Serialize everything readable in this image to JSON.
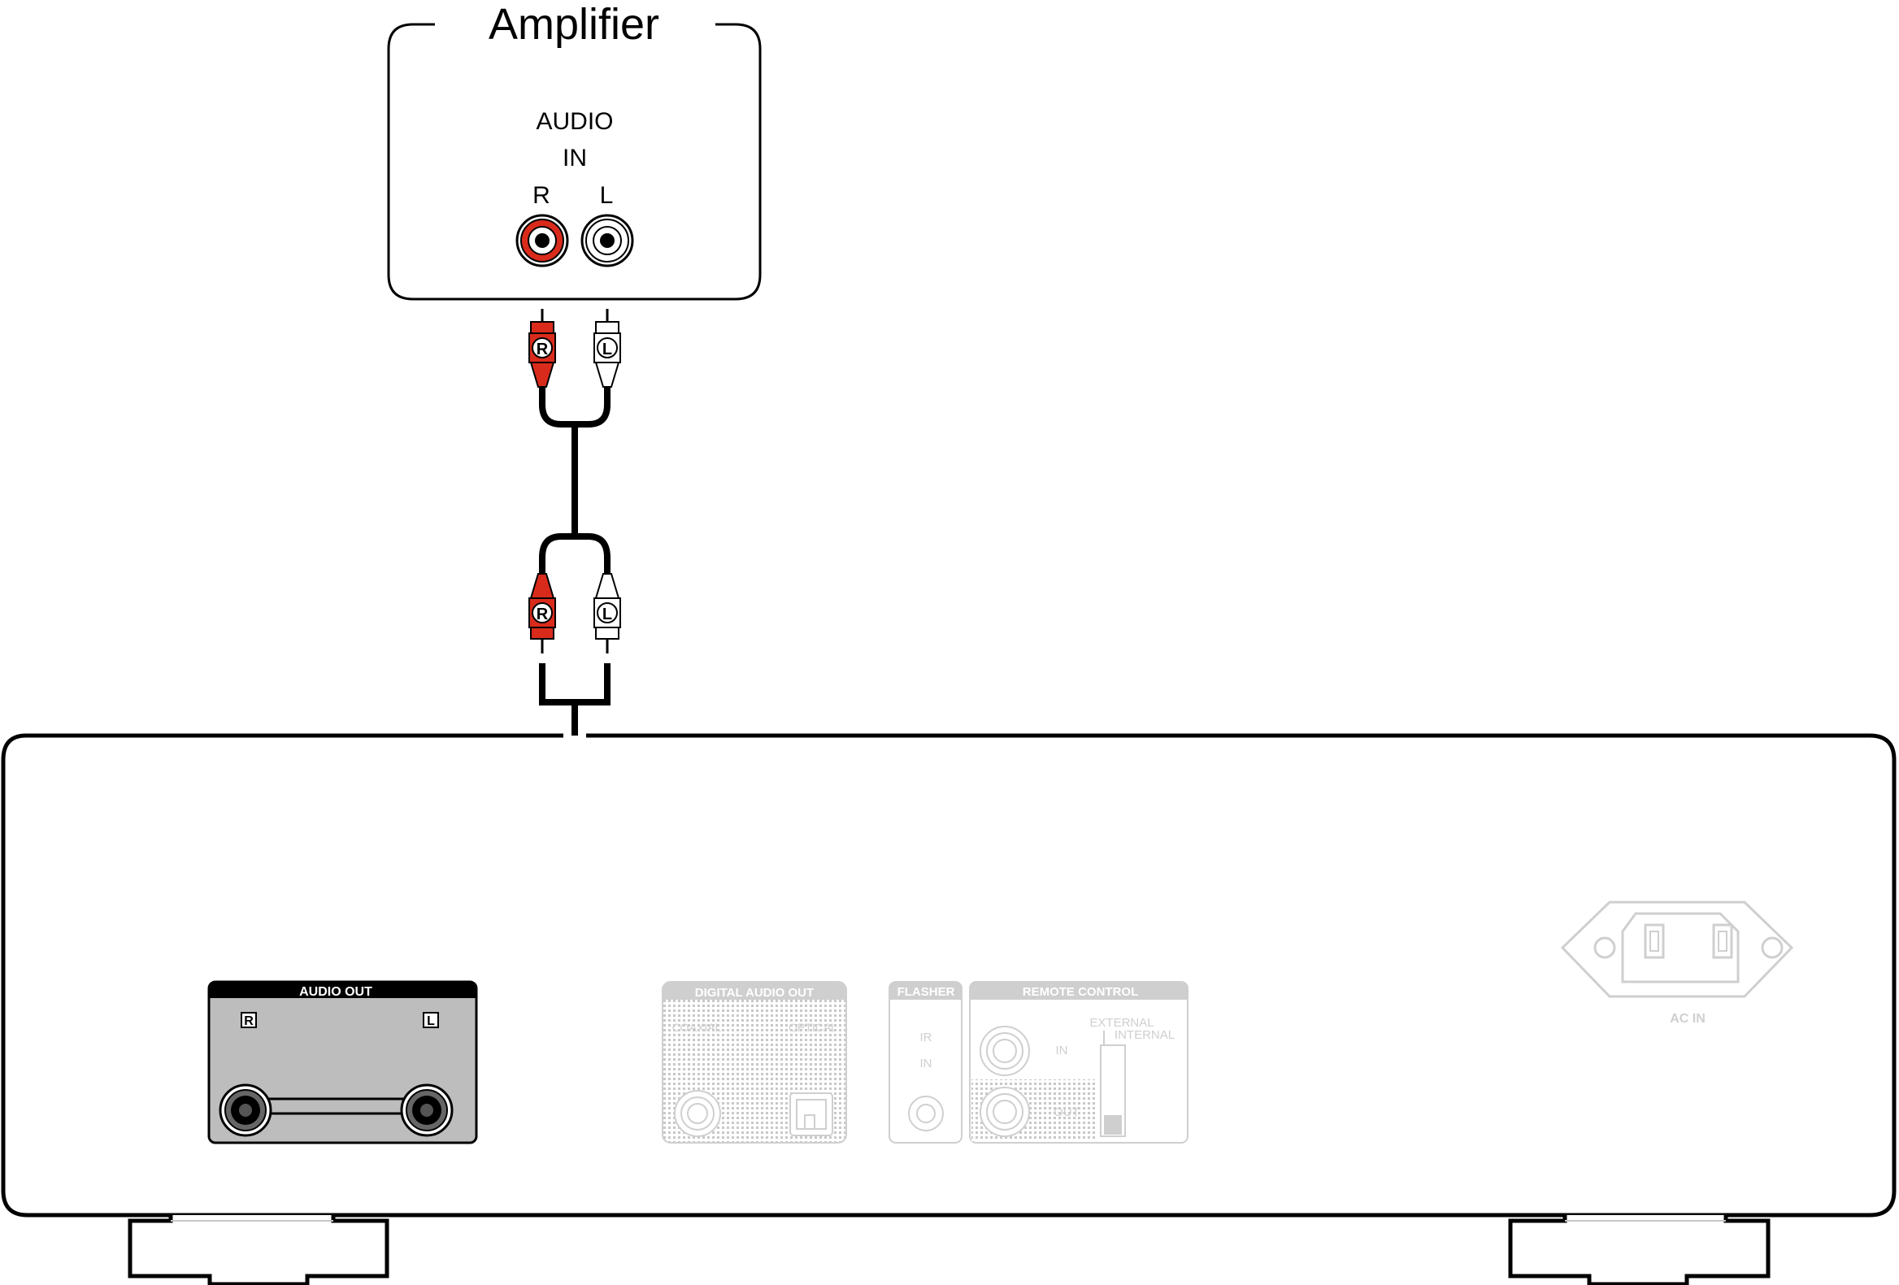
{
  "amplifier": {
    "title": "Amplifier",
    "input_label_line1": "AUDIO",
    "input_label_line2": "IN",
    "jack_r_label": "R",
    "jack_l_label": "L"
  },
  "cable": {
    "plug_r_letter": "R",
    "plug_l_letter": "L",
    "plug_r_color": "#d92b1c",
    "plug_l_color": "#ffffff"
  },
  "device": {
    "audio_out": {
      "title": "AUDIO OUT",
      "r_label": "R",
      "l_label": "L"
    },
    "digital_audio_out": {
      "title": "DIGITAL AUDIO OUT",
      "coaxial_label": "COAXIAL",
      "optical_label": "OPTICAL"
    },
    "flasher": {
      "title": "FLASHER",
      "ir_label": "IR",
      "in_label": "IN"
    },
    "remote_control": {
      "title": "REMOTE CONTROL",
      "in_label": "IN",
      "out_label": "OUT",
      "external_label": "EXTERNAL",
      "internal_label": "INTERNAL"
    },
    "ac_in": {
      "label": "AC IN"
    }
  },
  "colors": {
    "red": "#d92b1c",
    "panel_active": "#bdbdbd",
    "panel_faded": "#cfcfcf"
  }
}
